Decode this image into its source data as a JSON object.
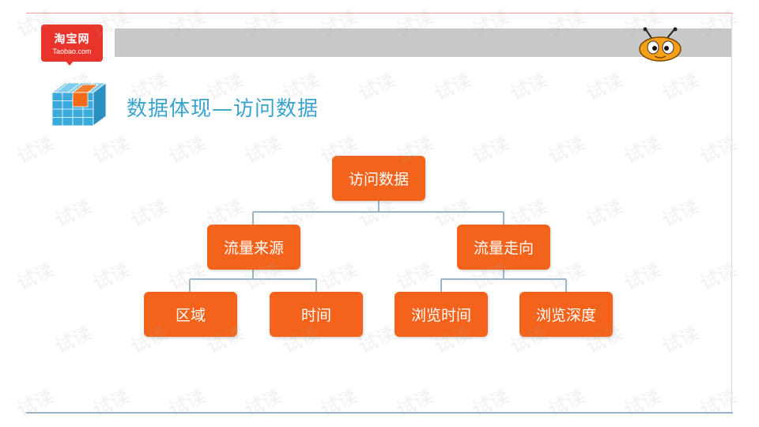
{
  "logo": {
    "cn": "淘宝网",
    "en": "Taobao.com"
  },
  "title": "数据体现—访问数据",
  "diagram": {
    "root": "访问数据",
    "level2": [
      "流量来源",
      "流量走向"
    ],
    "level3": [
      "区域",
      "时间",
      "浏览时间",
      "浏览深度"
    ]
  },
  "watermark": "试读",
  "colors": {
    "node": "#f3631b",
    "title": "#3aa3cf",
    "header_bar": "#c8c8c8",
    "logo": "#e8342a"
  }
}
